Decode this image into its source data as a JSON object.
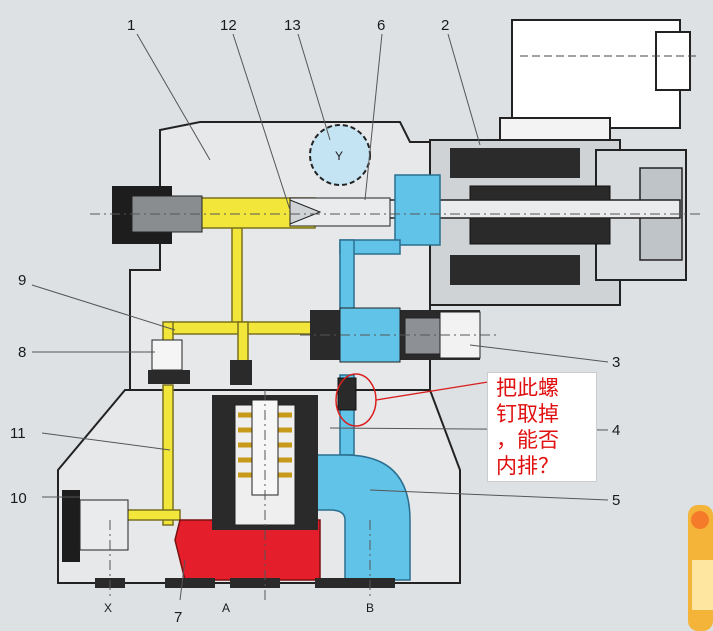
{
  "labels": {
    "l1": "1",
    "l12": "12",
    "l13": "13",
    "l6": "6",
    "l2": "2",
    "l9": "9",
    "l8": "8",
    "l3": "3",
    "l11": "11",
    "l4": "4",
    "l10": "10",
    "l5": "5",
    "l7": "7"
  },
  "ports": {
    "x": "X",
    "a": "A",
    "b": "B",
    "y": "Y"
  },
  "annotation": {
    "line1": "把此螺",
    "line2": "钉取掉",
    "line3": "，能否",
    "line4": "内排？"
  },
  "colors": {
    "body": "#e3e5e7",
    "pilot_yellow": "#f2e63a",
    "tank_blue": "#62c3e8",
    "pressure_red": "#e41e2b",
    "annotation_red": "#e01010"
  }
}
